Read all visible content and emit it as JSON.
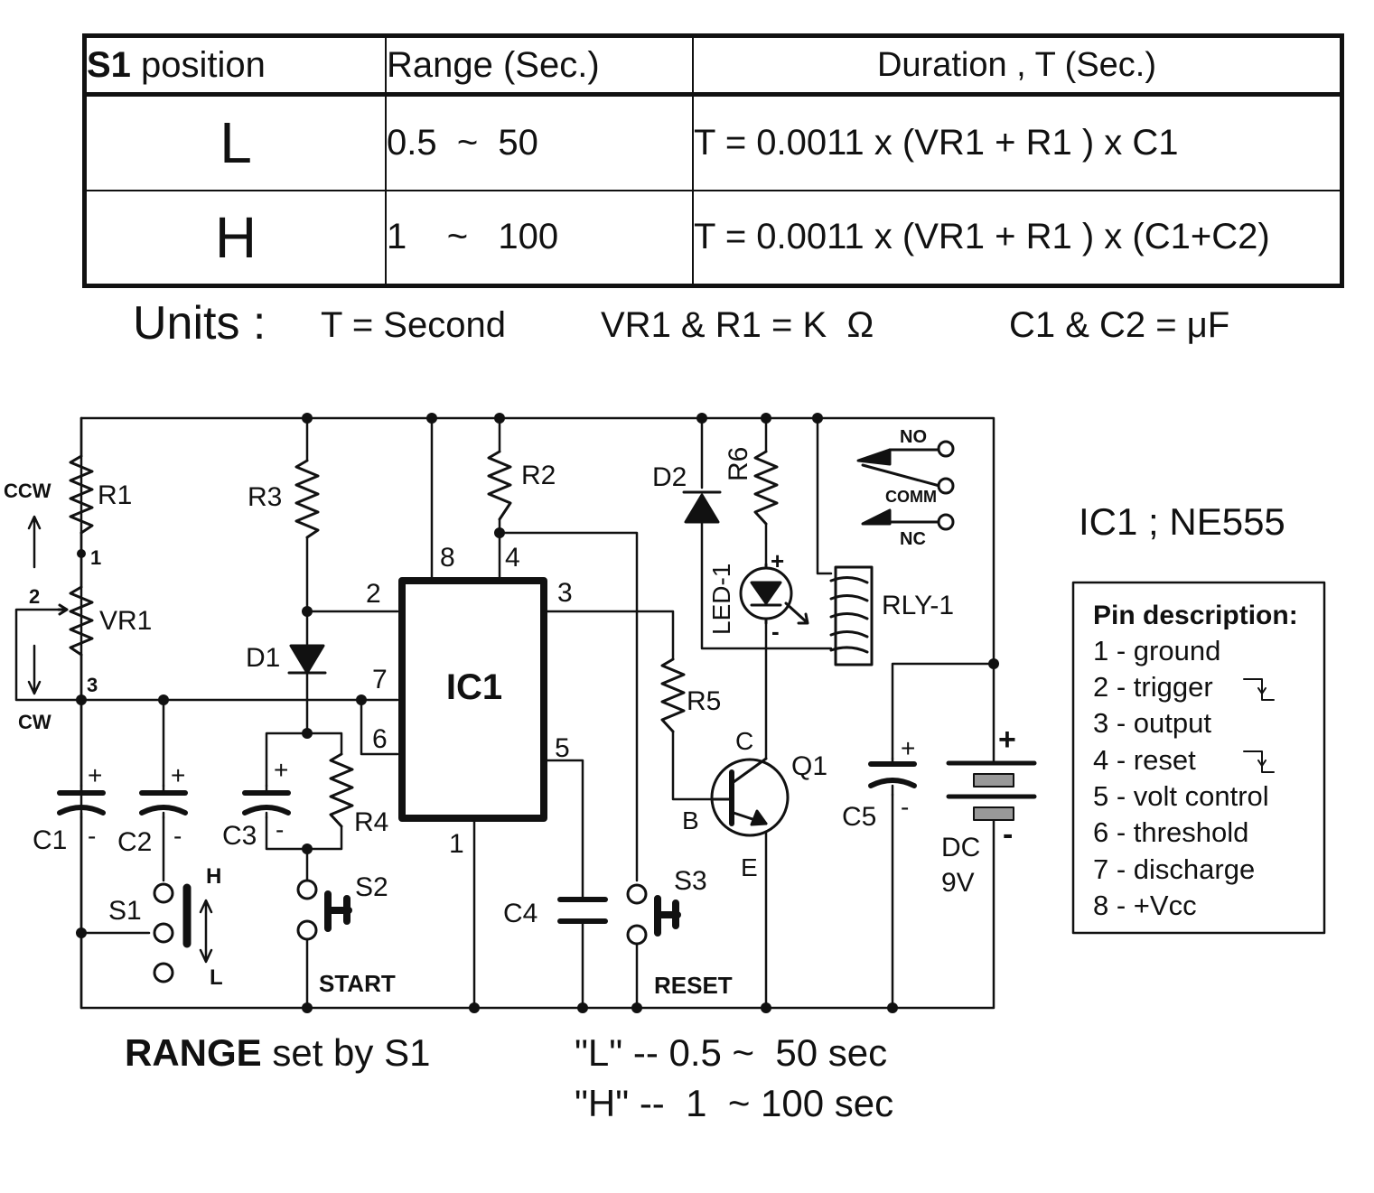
{
  "table": {
    "headers": {
      "position_bold": "S1",
      "position_rest": " position",
      "range": "Range  (Sec.)",
      "duration": "Duration , T  (Sec.)"
    },
    "rows": [
      {
        "position": "L",
        "range": "0.5  ~  50",
        "formula": "T = 0.0011 x  (VR1 + R1 ) x C1"
      },
      {
        "position": "H",
        "range": "1    ~   100",
        "formula": "T = 0.0011 x  (VR1 + R1 ) x (C1+C2)"
      }
    ]
  },
  "units": {
    "label": "Units :",
    "time": "T = Second",
    "resistance": "VR1 & R1 = K  Ω",
    "capacitance": "C1 & C2 = μF"
  },
  "ic": {
    "title": "IC1 ; NE555",
    "chip_label": "IC1",
    "pin_description_title": "Pin description:",
    "pins": [
      "1 - ground",
      "2 - trigger",
      "3 - output",
      "4 - reset",
      "5 - volt control",
      "6 - threshold",
      "7 - discharge",
      "8 - +Vcc"
    ]
  },
  "components": {
    "R1": "R1",
    "R2": "R2",
    "R3": "R3",
    "R4": "R4",
    "R5": "R5",
    "R6": "R6",
    "VR1": "VR1",
    "D1": "D1",
    "D2": "D2",
    "C1": "C1",
    "C2": "C2",
    "C3": "C3",
    "C4": "C4",
    "C5": "C5",
    "S1": "S1",
    "S2": "S2",
    "S3": "S3",
    "Q1": "Q1",
    "LED1": "LED-1",
    "RLY1": "RLY-1",
    "battery": "DC",
    "battery_voltage": "9V"
  },
  "labels": {
    "ccw": "CCW",
    "cw": "CW",
    "vr_pin1": "1",
    "vr_pin2": "2",
    "vr_pin3": "3",
    "s1_high": "H",
    "s1_low": "L",
    "start": "START",
    "reset": "RESET",
    "relay_no": "NO",
    "relay_comm": "COMM",
    "relay_nc": "NC",
    "transistor_c": "C",
    "transistor_b": "B",
    "transistor_e": "E",
    "plus": "+",
    "minus": "-",
    "pin1": "1",
    "pin2": "2",
    "pin3": "3",
    "pin4": "4",
    "pin5": "5",
    "pin6": "6",
    "pin7": "7",
    "pin8": "8"
  },
  "range_note": {
    "bold": "RANGE",
    "rest": " set by S1",
    "low": "\"L\" -- 0.5 ~  50 sec",
    "high": "\"H\" --  1  ~ 100 sec"
  }
}
